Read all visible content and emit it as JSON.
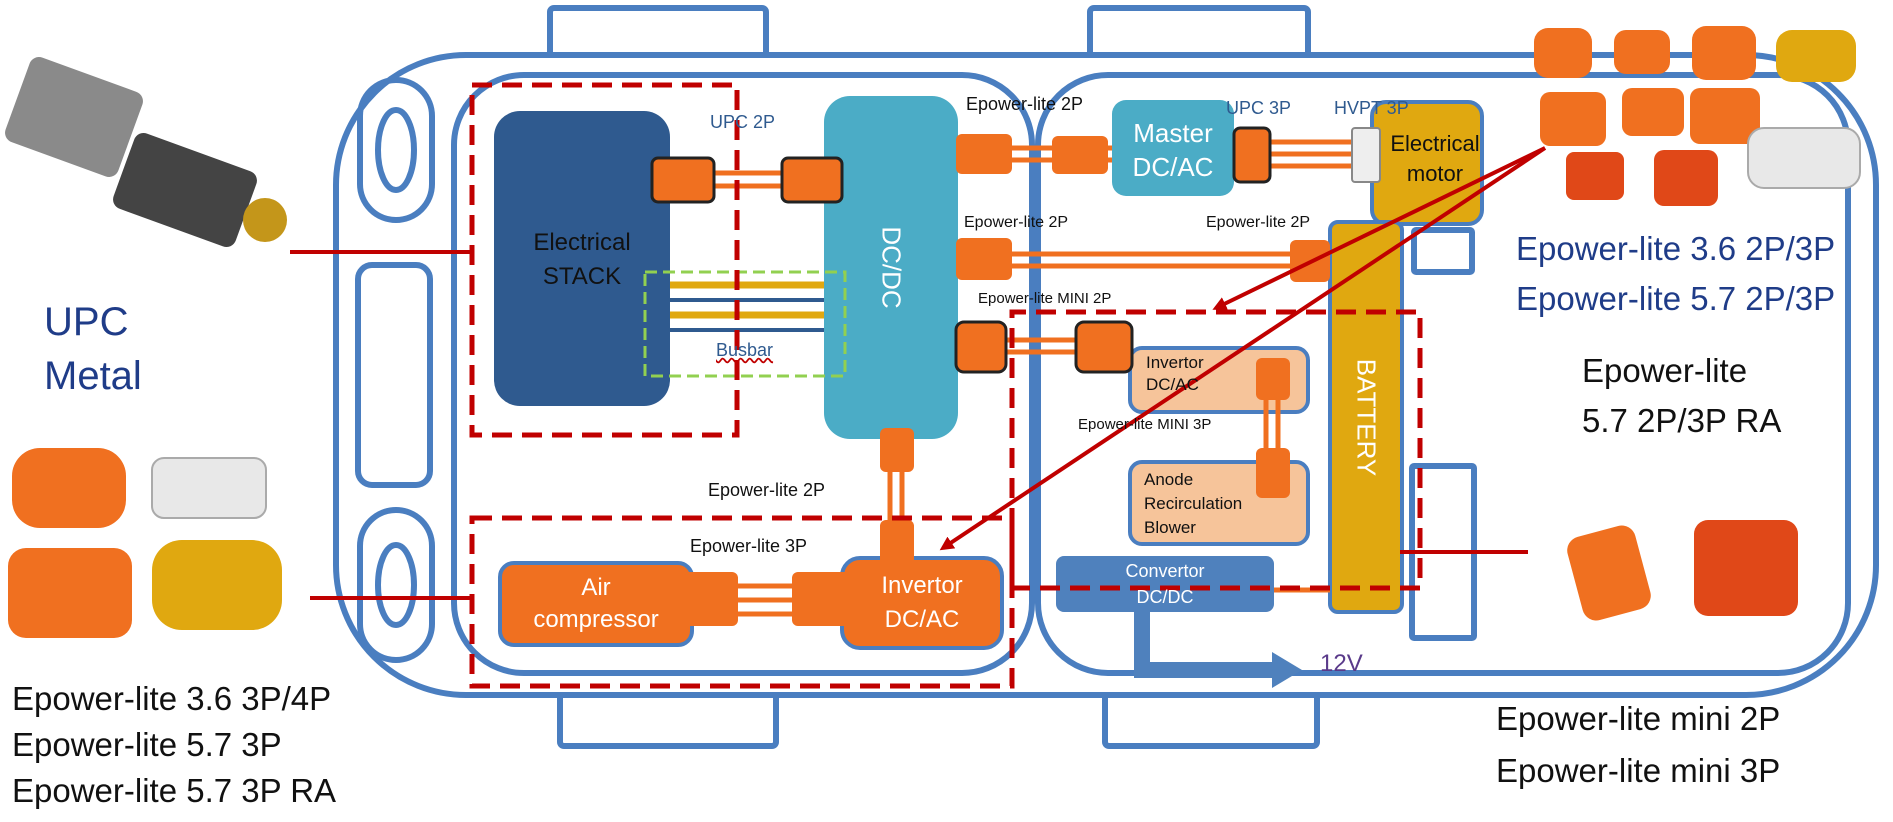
{
  "left_panel": {
    "upc_metal": [
      "UPC",
      "Metal"
    ],
    "bottom_list": [
      "Epower-lite 3.6 3P/4P",
      "Epower-lite 5.7  3P",
      "Epower-lite 5.7  3P  RA"
    ]
  },
  "right_panel": {
    "blue_list": [
      "Epower-lite 3.6  2P/3P",
      "Epower-lite 5.7 2P/3P"
    ],
    "ra_list": [
      "Epower-lite",
      "5.7 2P/3P RA"
    ],
    "mini_list": [
      "Epower-lite mini  2P",
      "Epower-lite mini  3P"
    ]
  },
  "blocks": {
    "stack": [
      "Electrical",
      "STACK"
    ],
    "dcdc": "DC/DC",
    "master": [
      "Master",
      "DC/AC"
    ],
    "motor": [
      "Electrical",
      "motor"
    ],
    "battery": "BATTERY",
    "invertor_small": [
      "Invertor",
      "DC/AC"
    ],
    "anode": [
      "Anode",
      "Recirculation",
      "Blower"
    ],
    "convertor": [
      "Convertor",
      "DC/DC"
    ],
    "air": [
      "Air",
      "compressor"
    ],
    "invertor_big": [
      "Invertor",
      "DC/AC"
    ]
  },
  "labels": {
    "upc2p": "UPC 2P",
    "busbar": "Busbar",
    "ep2p_top": "Epower-lite 2P",
    "upc3p": "UPC 3P",
    "hvpt3p": "HVPT 3P",
    "ep2p_mid_left": "Epower-lite 2P",
    "ep2p_mid_right": "Epower-lite 2P",
    "epmini2p": "Epower-lite MINI 2P",
    "epmini3p": "Epower-lite MINI 3P",
    "ep2p_lower": "Epower-lite 2P",
    "ep3p": "Epower-lite 3P",
    "v12": "12V"
  },
  "colors": {
    "car_outline": "#4a7ec0",
    "stack": "#2f5a8f",
    "dcdc": "#4bacc6",
    "orange": "#f07020",
    "gold": "#e0a810",
    "peach": "#f6c49a",
    "convertor": "#4f81bd",
    "dashed_red": "#c00000",
    "busbar_box": "#92d050",
    "arrow_red": "#c00000",
    "blue_text": "#1f3c88"
  }
}
